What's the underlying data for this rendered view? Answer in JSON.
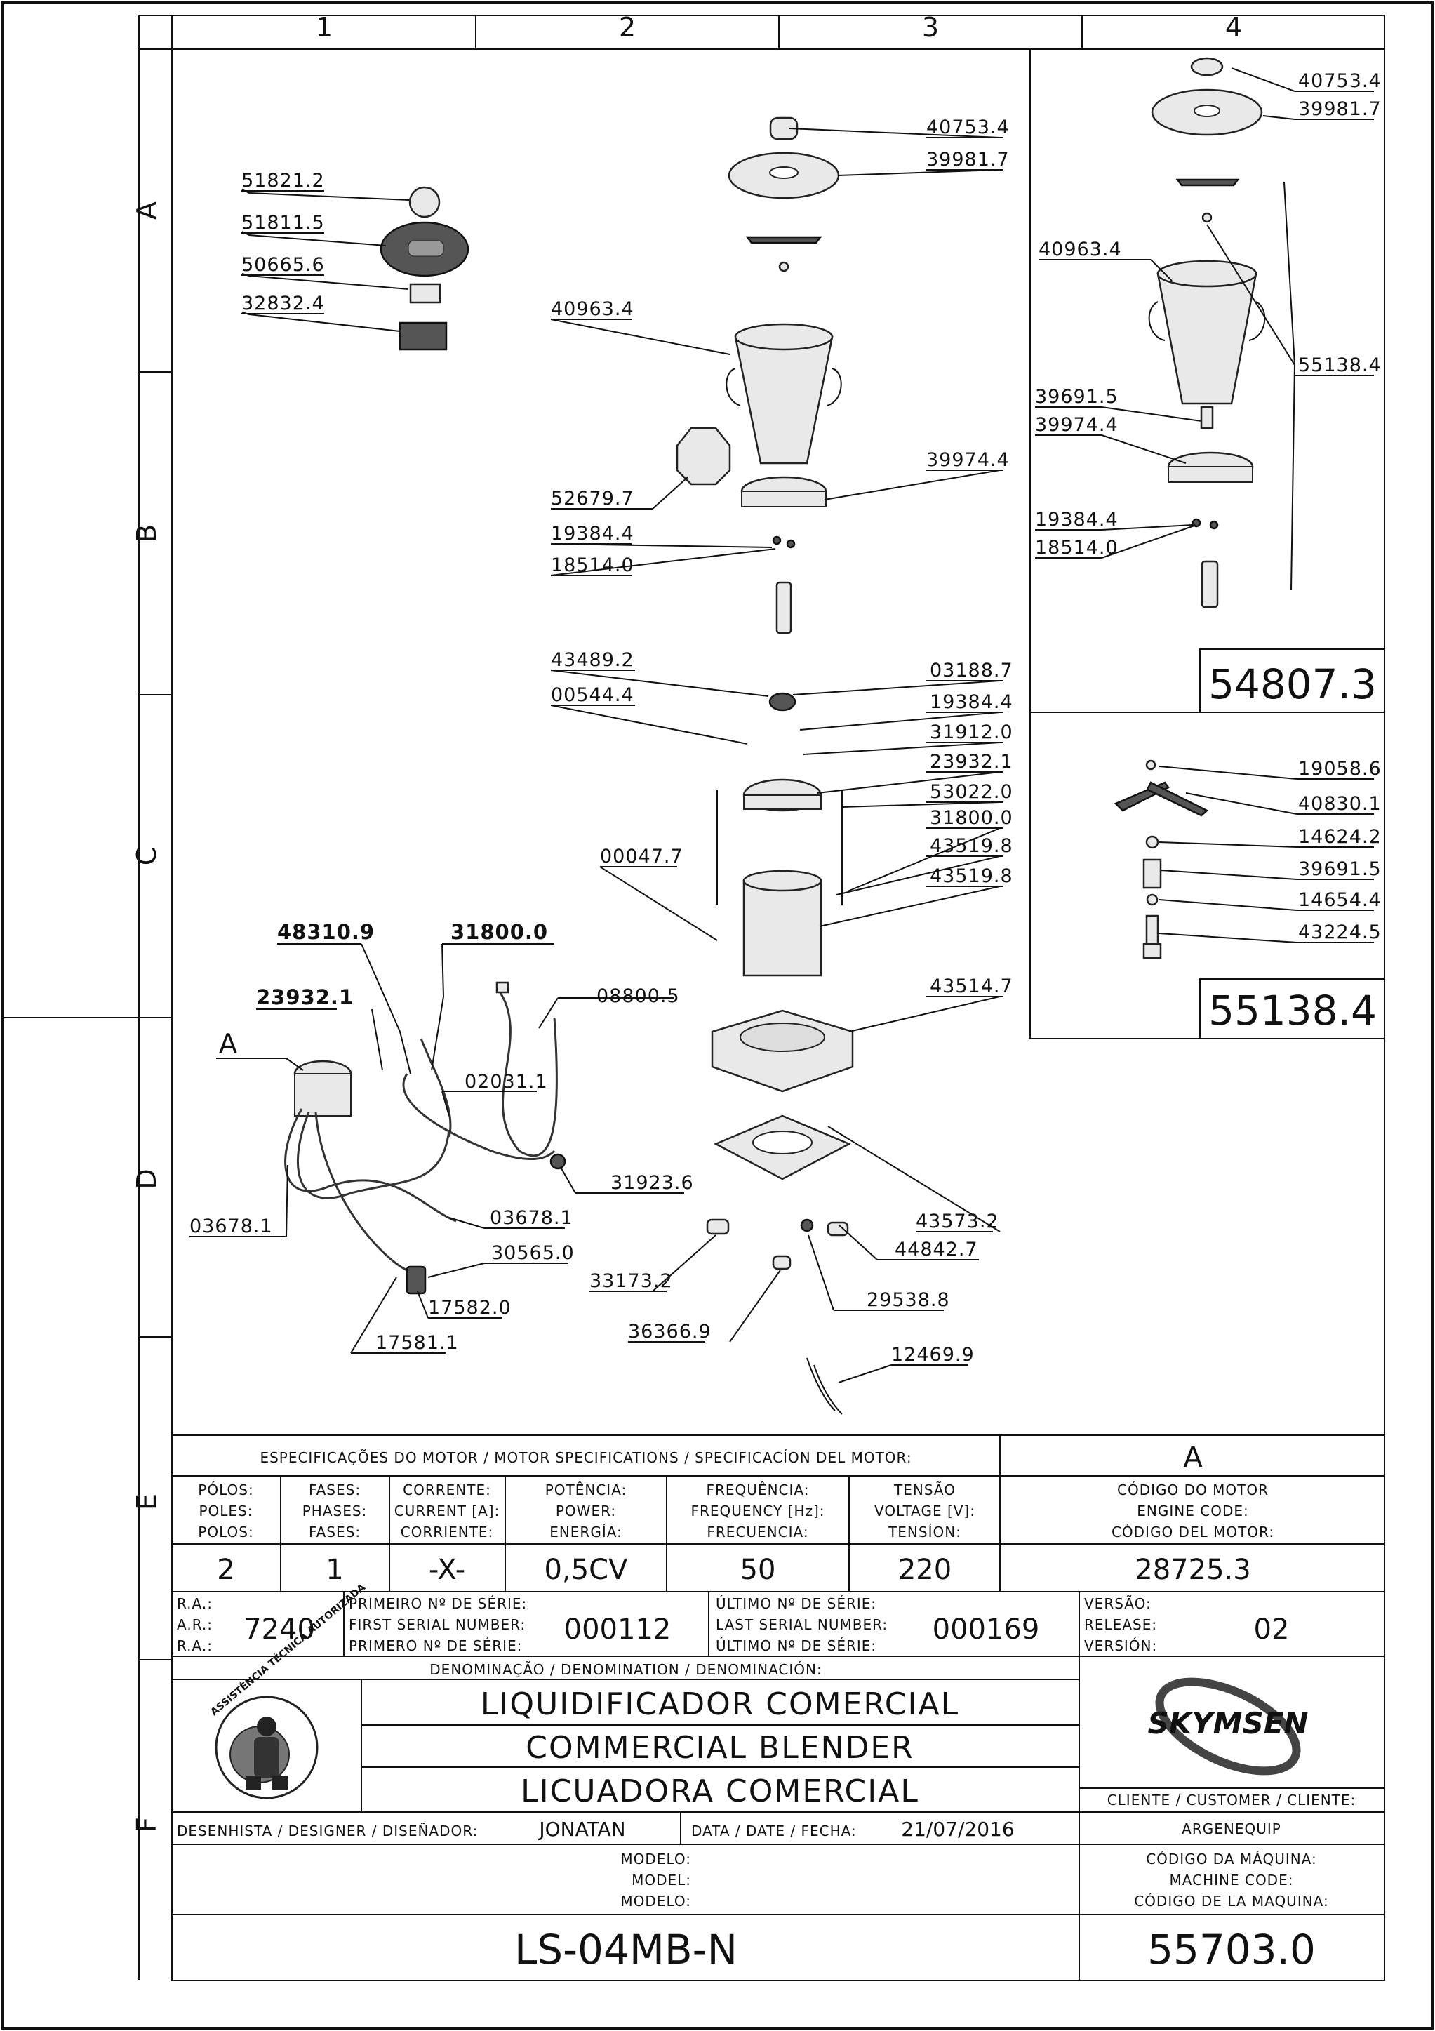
{
  "grid": {
    "columns": [
      "1",
      "2",
      "3",
      "4"
    ],
    "rows": [
      "A",
      "B",
      "C",
      "D",
      "E",
      "F"
    ]
  },
  "callouts": {
    "p51821_2": "51821.2",
    "p51811_5": "51811.5",
    "p50665_6": "50665.6",
    "p32832_4": "32832.4",
    "p40753_4": "40753.4",
    "p39981_7": "39981.7",
    "p40963_4": "40963.4",
    "p52679_7": "52679.7",
    "p39974_4": "39974.4",
    "p19384_4": "19384.4",
    "p18514_0": "18514.0",
    "p43489_2": "43489.2",
    "p03188_7": "03188.7",
    "p00544_4": "00544.4",
    "p19384_4b": "19384.4",
    "p31912_0": "31912.0",
    "p23932_1": "23932.1",
    "p53022_0": "53022.0",
    "p31800_0": "31800.0",
    "p00047_7": "00047.7",
    "p43519_8": "43519.8",
    "p43514_7": "43514.7",
    "p43573_2": "43573.2",
    "p44842_7": "44842.7",
    "p29538_8": "29538.8",
    "p33173_2": "33173.2",
    "p36366_9": "36366.9",
    "p12469_9": "12469.9",
    "w48310_9": "48310.9",
    "w31800_0": "31800.0",
    "w23932_1": "23932.1",
    "w08800_5": "08800.5",
    "w02031_1": "02031.1",
    "w31923_6": "31923.6",
    "w03678_1a": "03678.1",
    "w03678_1b": "03678.1",
    "w30565_0": "30565.0",
    "w17582_0": "17582.0",
    "w17581_1": "17581.1",
    "detail_a": "A",
    "r40753_4": "40753.4",
    "r39981_7": "39981.7",
    "r40963_4": "40963.4",
    "r55138_4": "55138.4",
    "r39691_5": "39691.5",
    "r39974_4": "39974.4",
    "r19384_4": "19384.4",
    "r18514_0": "18514.0",
    "kit1": "54807.3",
    "k19058_6": "19058.6",
    "k40830_1": "40830.1",
    "k14624_2": "14624.2",
    "k39691_5": "39691.5",
    "k14654_4": "14654.4",
    "k43224_5": "43224.5",
    "kit2": "55138.4"
  },
  "motor": {
    "header": "ESPECIFICAÇÕES DO MOTOR / MOTOR SPECIFICATIONS / SPECIFICACÍON DEL MOTOR:",
    "detail_ref": "A",
    "cols": [
      {
        "h1": "PÓLOS:",
        "h2": "POLES:",
        "h3": "POLOS:",
        "value": "2"
      },
      {
        "h1": "FASES:",
        "h2": "PHASES:",
        "h3": "FASES:",
        "value": "1"
      },
      {
        "h1": "CORRENTE:",
        "h2": "CURRENT [A]:",
        "h3": "CORRIENTE:",
        "value": "-X-"
      },
      {
        "h1": "POTÊNCIA:",
        "h2": "POWER:",
        "h3": "ENERGÍA:",
        "value": "0,5CV"
      },
      {
        "h1": "FREQUÊNCIA:",
        "h2": "FREQUENCY [Hz]:",
        "h3": "FRECUENCIA:",
        "value": "50"
      },
      {
        "h1": "TENSÃO",
        "h2": "VOLTAGE [V]:",
        "h3": "TENSÍON:",
        "value": "220"
      }
    ],
    "engine": {
      "h1": "CÓDIGO DO MOTOR",
      "h2": "ENGINE CODE:",
      "h3": "CÓDIGO DEL MOTOR:",
      "value": "28725.3"
    }
  },
  "serial": {
    "ra1": "R.A.:",
    "ra2": "A.R.:",
    "ra3": "R.A.:",
    "ra_value": "7240",
    "first1": "PRIMEIRO Nº DE SÉRIE:",
    "first2": "FIRST SERIAL NUMBER:",
    "first3": "PRIMERO Nº DE SÉRIE:",
    "first_value": "000112",
    "last1": "ÚLTIMO Nº DE SÉRIE:",
    "last2": "LAST SERIAL NUMBER:",
    "last3": "ÚLTIMO Nº DE SÉRIE:",
    "last_value": "000169",
    "ver1": "VERSÃO:",
    "ver2": "RELEASE:",
    "ver3": "VERSIÓN:",
    "ver_value": "02"
  },
  "title_block": {
    "denomination_label": "DENOMINAÇÃO / DENOMINATION / DENOMINACIÓN:",
    "title_pt": "LIQUIDIFICADOR COMERCIAL",
    "title_en": "COMMERCIAL BLENDER",
    "title_es": "LICUADORA COMERCIAL",
    "seal_text": "ASSISTÊNCIA TÉCNICA AUTORIZADA",
    "brand": "SKYMSEN",
    "customer_label": "CLIENTE / CUSTOMER / CLIENTE:",
    "customer_value": "ARGENEQUIP",
    "designer_label": "DESENHISTA / DESIGNER / DISEÑADOR:",
    "designer_value": "JONATAN",
    "date_label": "DATA / DATE / FECHA:",
    "date_value": "21/07/2016",
    "model1": "MODELO:",
    "model2": "MODEL:",
    "model3": "MODELO:",
    "model_value": "LS-04MB-N",
    "machine1": "CÓDIGO DA MÁQUINA:",
    "machine2": "MACHINE CODE:",
    "machine3": "CÓDIGO DE LA MAQUINA:",
    "machine_value": "55703.0"
  },
  "colors": {
    "ink": "#111111",
    "part_fill": "#e9e9e9",
    "dark_part": "#555555"
  }
}
